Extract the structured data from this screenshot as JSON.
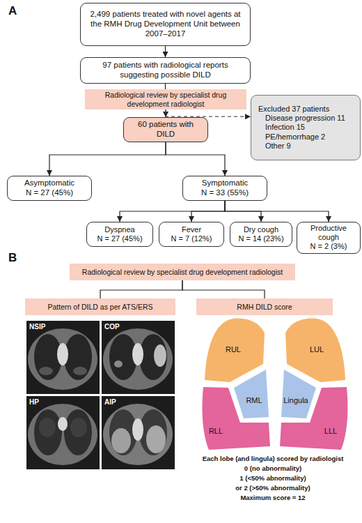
{
  "diagram": {
    "nodes": [
      {
        "text": [
          "2,499 patients treated with novel agents at the RMH Drug Development Unit between 2007–2017"
        ]
      },
      {
        "text": [
          "97 patients with radiological reports suggesting possible DILD"
        ]
      },
      {
        "text": [
          "Radiological review by specialist drug development radiologist"
        ]
      },
      {
        "text": [
          "60 patients with DILD"
        ]
      },
      {
        "text": [
          "Excluded 37 patients",
          "Disease progression 11",
          "Infection 15",
          "PE/hemorrhage 2",
          "Other 9"
        ]
      },
      {
        "text": [
          "Asymptomatic",
          "N = 27 (45%)"
        ]
      },
      {
        "text": [
          "Symptomatic",
          "N = 33 (55%)"
        ]
      },
      {
        "text": [
          "Dyspnea",
          "N = 27 (45%)"
        ]
      },
      {
        "text": [
          "Fever",
          "N = 7 (12%)"
        ]
      },
      {
        "text": [
          "Dry cough",
          "N = 14 (23%)"
        ]
      },
      {
        "text": [
          "Productive cough",
          "N = 2 (3%)"
        ]
      },
      {
        "text": [
          "Radiological review by specialist drug development radiologist"
        ]
      },
      {
        "text": [
          "Pattern of DILD as per ATS/ERS"
        ]
      },
      {
        "text": [
          "RMH DILD score"
        ]
      }
    ],
    "edges": [
      {
        "from": 0,
        "to": 1,
        "arrow": "to"
      },
      {
        "from": 1,
        "to": 2,
        "arrow": "none"
      },
      {
        "from": 2,
        "to": 3,
        "arrow": "to"
      },
      {
        "from": 2,
        "to": 4,
        "arrow": "to"
      },
      {
        "from": 3,
        "to": 5,
        "arrow": "to"
      },
      {
        "from": 3,
        "to": 6,
        "arrow": "to"
      },
      {
        "from": 6,
        "to": 7,
        "arrow": "to"
      },
      {
        "from": 6,
        "to": 8,
        "arrow": "to"
      },
      {
        "from": 6,
        "to": 9,
        "arrow": "to"
      },
      {
        "from": 6,
        "to": 10,
        "arrow": "to"
      },
      {
        "from": 11,
        "to": 12,
        "arrow": "none"
      },
      {
        "from": 11,
        "to": 13,
        "arrow": "none"
      }
    ],
    "labels": [
      "A",
      "B",
      "NSIP",
      "COP",
      "HP",
      "AIP",
      "RUL",
      "LUL",
      "RML",
      "Lingula",
      "RLL",
      "LLL",
      "Each lobe (and lingula) scored by radiologist",
      "0 (no abnormality)",
      "1 (<50% abnormality)",
      "or 2 (>50% abnormality)",
      "Maximum score = 12"
    ]
  }
}
